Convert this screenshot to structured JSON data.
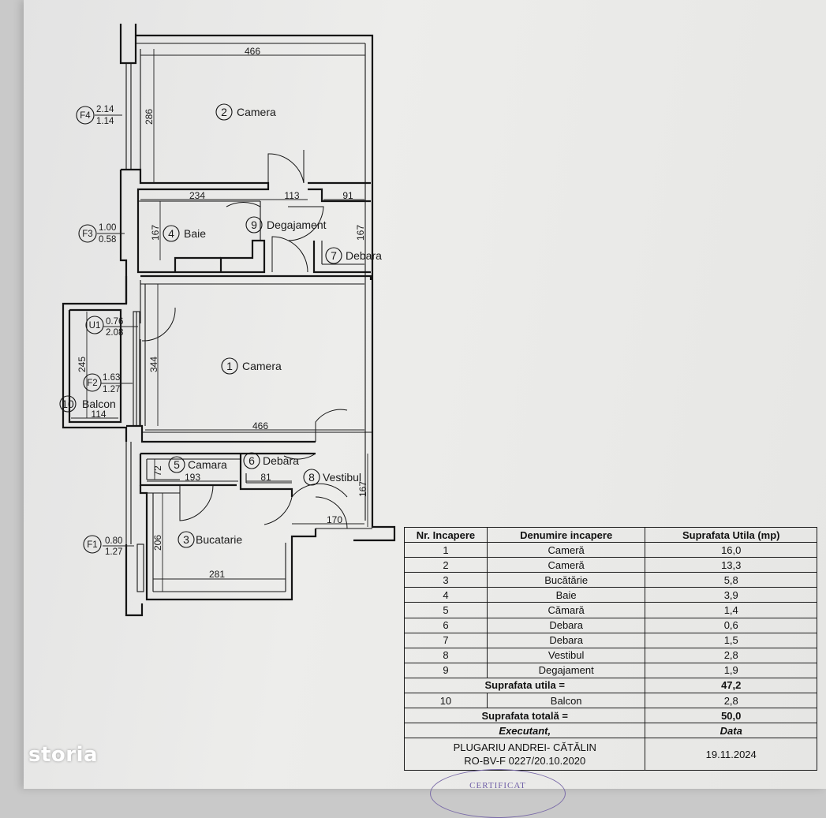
{
  "plan": {
    "rooms": {
      "r2": "2",
      "r2_name": "Camera",
      "r4": "4",
      "r4_name": "Baie",
      "r9": "9",
      "r9_name": "Degajament",
      "r7": "7",
      "r7_name": "Debara",
      "r1": "1",
      "r1_name": "Camera",
      "r10": "10",
      "r10_name": "Balcon",
      "r5": "5",
      "r5_name": "Camara",
      "r6": "6",
      "r6_name": "Debara",
      "r8": "8",
      "r8_name": "Vestibul",
      "r3": "3",
      "r3_name": "Bucatarie"
    },
    "dims": {
      "d466_top": "466",
      "d286": "286",
      "d234": "234",
      "d113": "113",
      "d91": "91",
      "d167_baie": "167",
      "d167_debara": "167",
      "d344": "344",
      "d245": "245",
      "d114": "114",
      "d466_mid": "466",
      "d72": "72",
      "d193": "193",
      "d81": "81",
      "d167_vest": "167",
      "d170": "170",
      "d206": "206",
      "d281": "281"
    },
    "windows": {
      "f4": "F4",
      "f4_top": "2.14",
      "f4_bot": "1.14",
      "f3": "F3",
      "f3_top": "1.00",
      "f3_bot": "0.58",
      "u1": "U1",
      "u1_top": "0.76",
      "u1_bot": "2.08",
      "f2": "F2",
      "f2_top": "1.63",
      "f2_bot": "1.27",
      "f1": "F1",
      "f1_top": "0.80",
      "f1_bot": "1.27"
    }
  },
  "table": {
    "headers": [
      "Nr. Incapere",
      "Denumire incapere",
      "Suprafata Utila (mp)"
    ],
    "rows": [
      [
        "1",
        "Cameră",
        "16,0"
      ],
      [
        "2",
        "Cameră",
        "13,3"
      ],
      [
        "3",
        "Bucătărie",
        "5,8"
      ],
      [
        "4",
        "Baie",
        "3,9"
      ],
      [
        "5",
        "Cămară",
        "1,4"
      ],
      [
        "6",
        "Debara",
        "0,6"
      ],
      [
        "7",
        "Debara",
        "1,5"
      ],
      [
        "8",
        "Vestibul",
        "2,8"
      ],
      [
        "9",
        "Degajament",
        "1,9"
      ]
    ],
    "util_label": "Suprafata utila =",
    "util_value": "47,2",
    "balcon_nr": "10",
    "balcon_name": "Balcon",
    "balcon_value": "2,8",
    "total_label": "Suprafata totală =",
    "total_value": "50,0",
    "executant_label": "Executant,",
    "data_label": "Data",
    "executant_name": "PLUGARIU ANDREI- CĂTĂLIN",
    "executant_code": "RO-BV-F 0227/20.10.2020",
    "date": "19.11.2024"
  },
  "stamp_text": "CERTIFICAT",
  "watermark": "storia"
}
